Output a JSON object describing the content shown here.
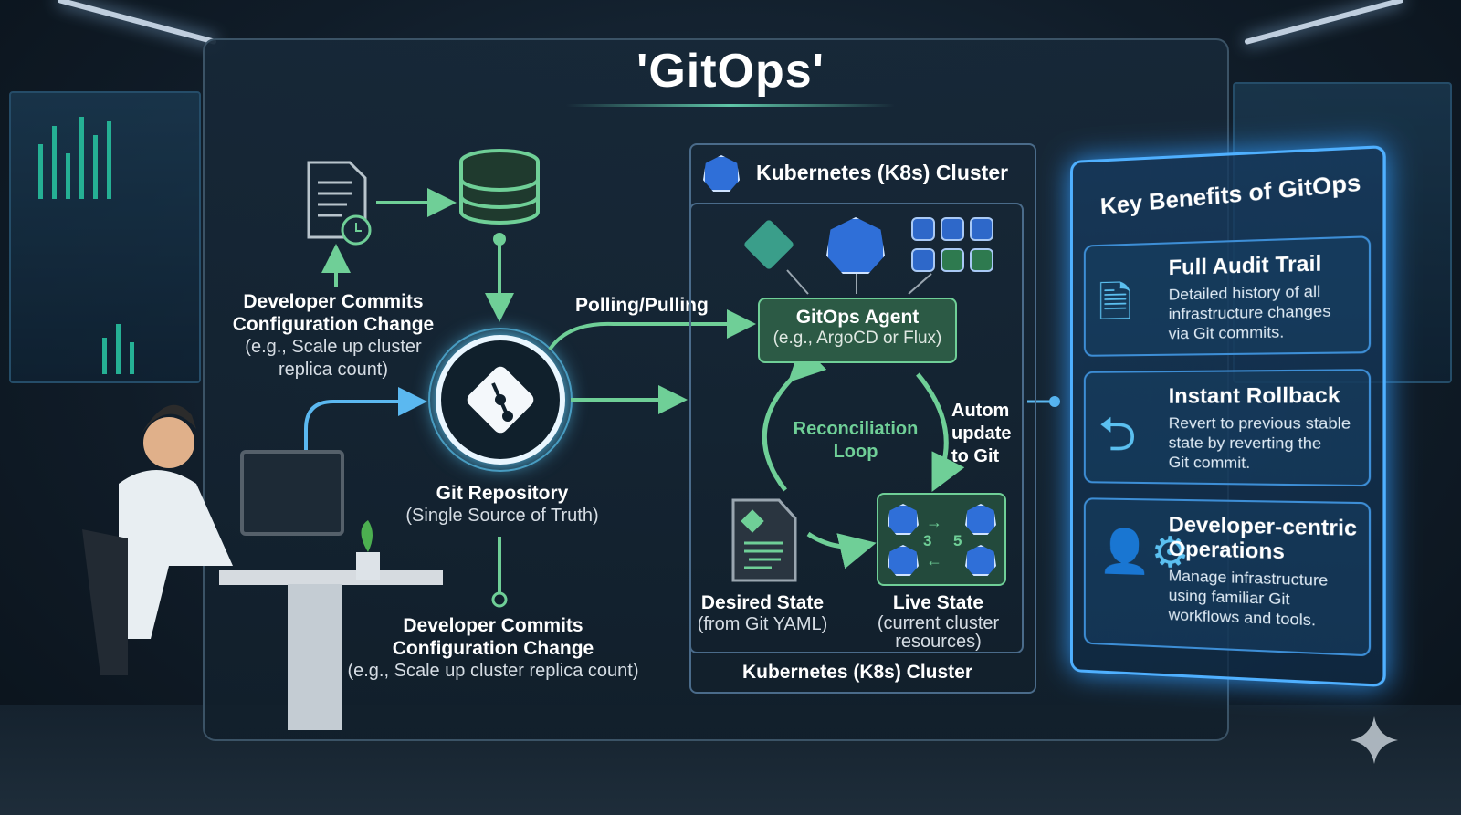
{
  "title": "'GitOps'",
  "developer_commits_top": {
    "title_line1": "Developer Commits",
    "title_line2": "Configuration Change",
    "note_line1": "(e.g., Scale up cluster",
    "note_line2": "replica count)"
  },
  "git_repository": {
    "title": "Git Repository",
    "subtitle": "(Single Source of Truth)"
  },
  "developer_commits_bottom": {
    "title_line1": "Developer Commits",
    "title_line2": "Configuration Change",
    "note": "(e.g., Scale up cluster replica count)"
  },
  "polling_label": "Polling/Pulling",
  "k8s_cluster": {
    "header": "Kubernetes (K8s) Cluster",
    "footer": "Kubernetes (K8s) Cluster",
    "agent": {
      "title": "GitOps Agent",
      "subtitle": "(e.g., ArgoCD or Flux)"
    },
    "loop_line1": "Reconciliation",
    "loop_line2": "Loop",
    "auto_line1": "Autom",
    "auto_line2": "update",
    "auto_line3": "to Git",
    "desired": {
      "title": "Desired State",
      "subtitle": "(from Git YAML)"
    },
    "live": {
      "title": "Live State",
      "subtitle_line1": "(current cluster",
      "subtitle_line2": "resources)",
      "replica_from": "3",
      "replica_to": "5"
    }
  },
  "benefits": {
    "title": "Key Benefits of GitOps",
    "items": [
      {
        "icon": "document-clock-icon",
        "title": "Full Audit Trail",
        "line1": "Detailed history of all",
        "line2": "infrastructure changes",
        "line3": "via Git commits."
      },
      {
        "icon": "undo-arrow-icon",
        "title": "Instant Rollback",
        "line1": "Revert to previous stable",
        "line2": "state by reverting the",
        "line3": "Git commit."
      },
      {
        "icon": "developer-gear-icon",
        "title_line1": "Developer-centric",
        "title_line2": "Operations",
        "line1": "Manage infrastructure",
        "line2": "using familiar Git",
        "line3": "workflows and tools."
      }
    ]
  },
  "colors": {
    "accent_green": "#6fcf97",
    "accent_blue": "#4fb0ff",
    "k8s_blue": "#2f6fd8"
  }
}
